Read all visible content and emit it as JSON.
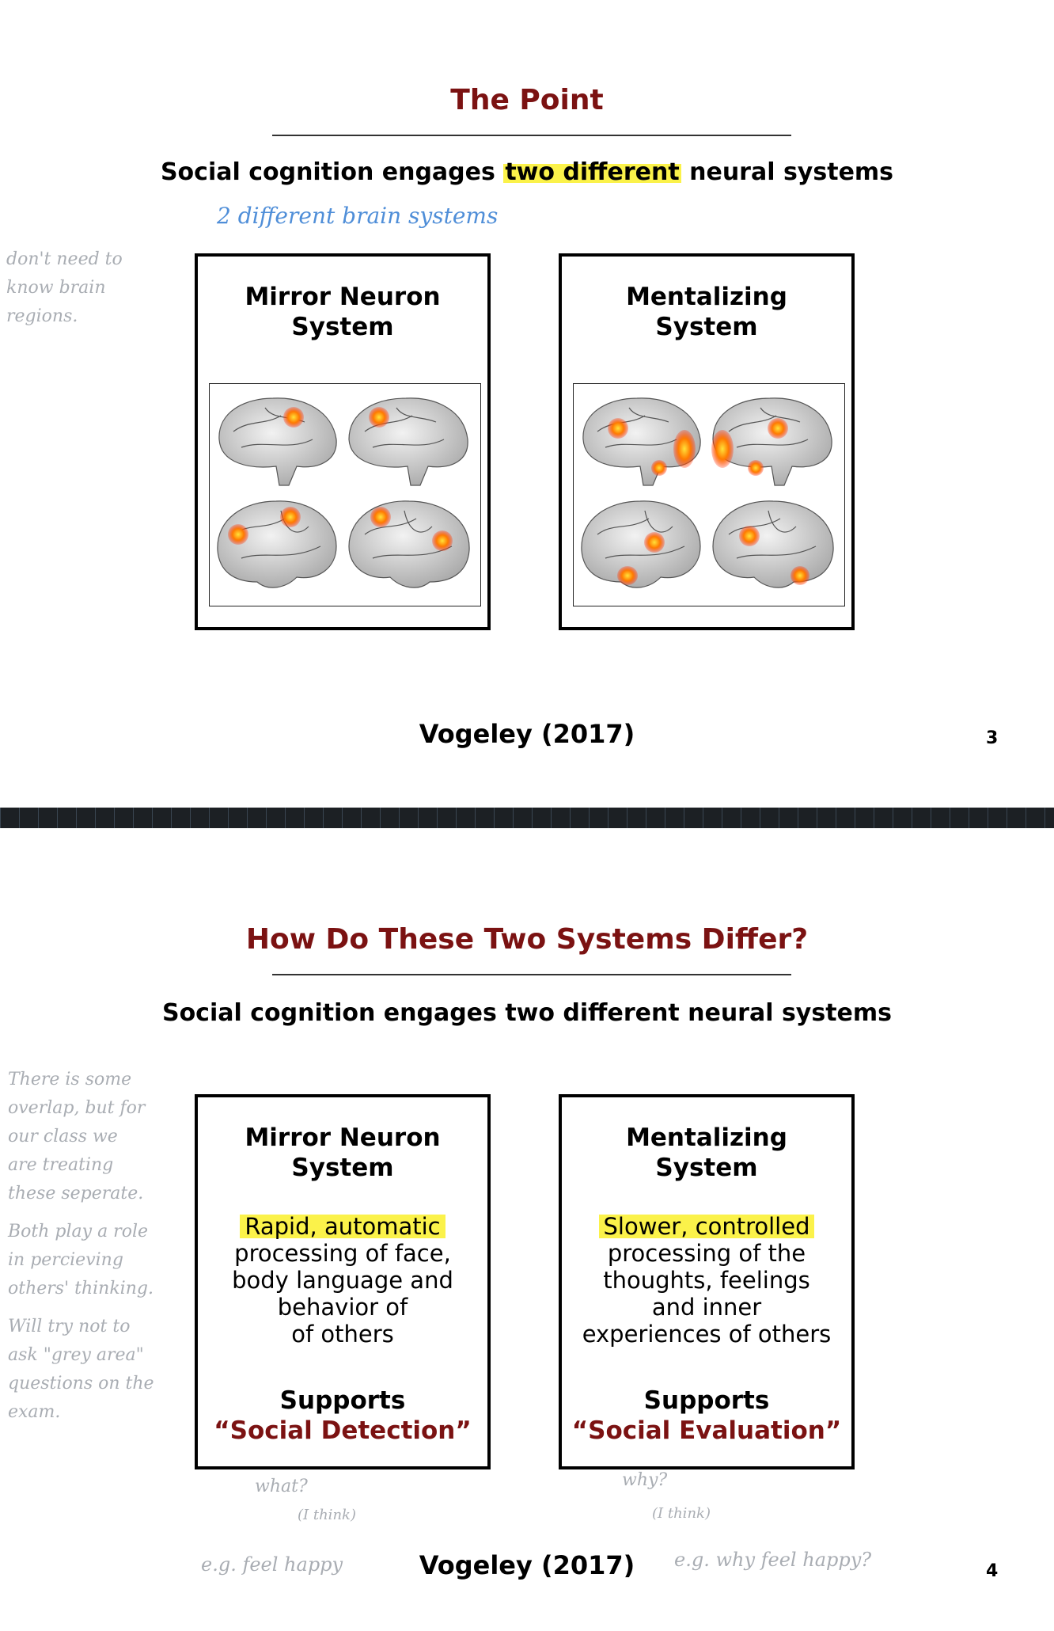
{
  "slide1": {
    "title": "The Point",
    "subtitle_before": "Social cognition engages",
    "subtitle_highlight": "two different",
    "subtitle_after": "neural systems",
    "annotation_blue": "2 different brain systems",
    "margin_note_lines": [
      "don't need to",
      "know brain",
      "regions."
    ],
    "box_left_title_line1": "Mirror Neuron",
    "box_left_title_line2": "System",
    "box_right_title_line1": "Mentalizing",
    "box_right_title_line2": "System",
    "citation": "Vogeley (2017)",
    "page_number": "3"
  },
  "slide2": {
    "title": "How Do These Two Systems Differ?",
    "subtitle": "Social cognition engages two different neural systems",
    "margin_note_lines": [
      "There is some",
      "overlap, but for",
      "our class we",
      "are treating",
      "these seperate.",
      "Both play a role",
      "in percieving",
      "others' thinking.",
      "Will try not to",
      "ask \"grey area\"",
      "questions on the",
      "exam."
    ],
    "left_box": {
      "title_line1": "Mirror Neuron",
      "title_line2": "System",
      "desc_highlight": "Rapid, automatic",
      "desc_lines": [
        "processing of face,",
        "body language and",
        "behavior of",
        "of others"
      ],
      "supports": "Supports",
      "supports_term": "“Social Detection”"
    },
    "right_box": {
      "title_line1": "Mentalizing",
      "title_line2": "System",
      "desc_highlight": "Slower, controlled",
      "desc_lines": [
        "processing of the",
        "thoughts, feelings",
        "and inner",
        "experiences of others"
      ],
      "supports": "Supports",
      "supports_term": "“Social Evaluation”"
    },
    "note_left_what": "what?",
    "note_left_think": "(I think)",
    "note_right_why": "why?",
    "note_right_think": "(I think)",
    "note_eg_left": "e.g. feel happy",
    "note_eg_right": "e.g. why feel happy?",
    "citation": "Vogeley (2017)",
    "page_number": "4"
  },
  "colors": {
    "title_red": "#7b1212",
    "highlight_yellow": "#fbf24a",
    "handwriting_grey": "#a9adb3",
    "handwriting_blue": "#4f8ed8"
  }
}
